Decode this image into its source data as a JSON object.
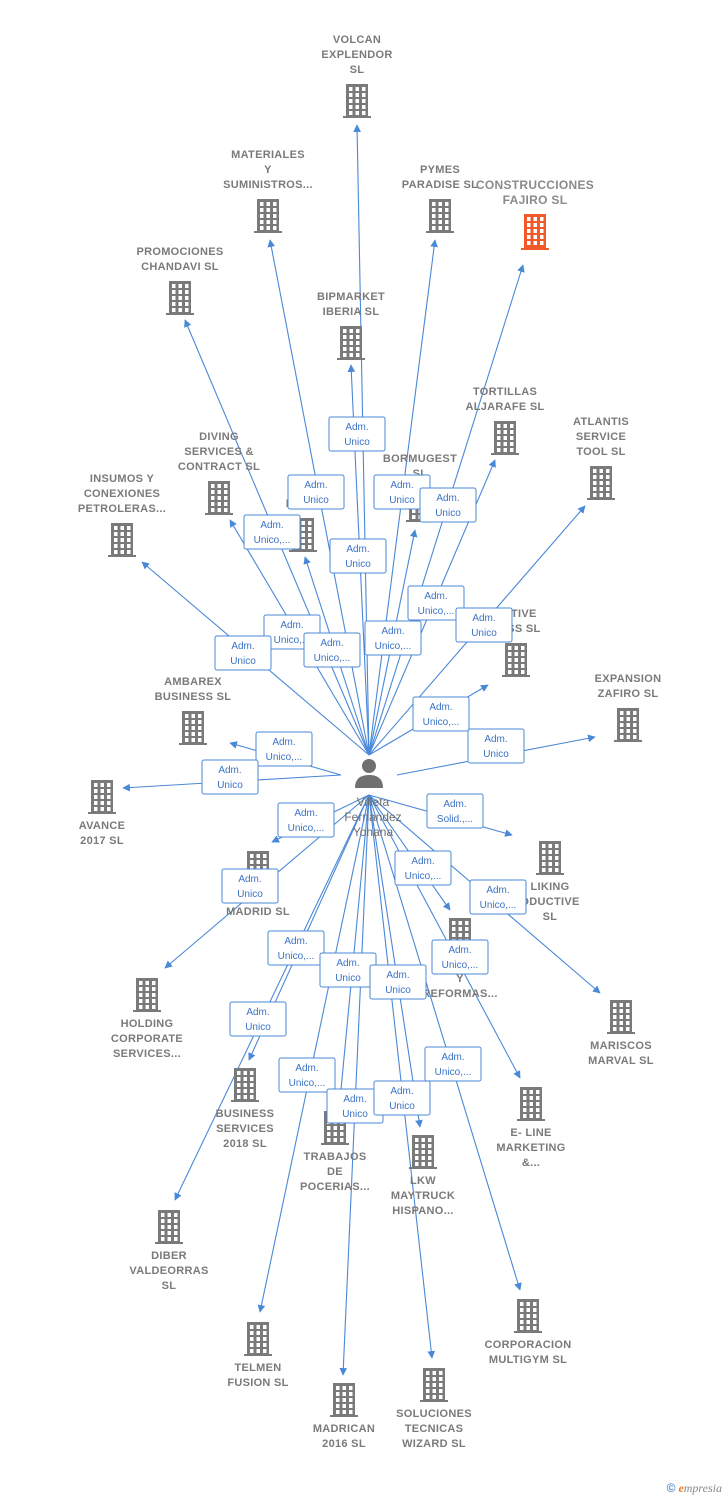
{
  "center": {
    "name_lines": [
      "Villeta",
      "Fernandez",
      "Yohana"
    ]
  },
  "colors": {
    "edge": "#4a88d8",
    "building": "#7a7a7a",
    "building_highlight": "#f05a28"
  },
  "nodes": [
    {
      "id": "volcan",
      "lines": [
        "VOLCAN",
        "EXPLENDOR",
        "SL"
      ],
      "label_pos": "above"
    },
    {
      "id": "materiales",
      "lines": [
        "MATERIALES",
        "Y",
        "SUMINISTROS..."
      ],
      "label_pos": "above"
    },
    {
      "id": "pymes",
      "lines": [
        "PYMES",
        "PARADISE  SL"
      ],
      "label_pos": "above"
    },
    {
      "id": "construcciones",
      "lines": [
        "CONSTRUCCIONES",
        "FAJIRO  SL"
      ],
      "label_pos": "above",
      "highlight": true
    },
    {
      "id": "promociones",
      "lines": [
        "PROMOCIONES",
        "CHANDAVI  SL"
      ],
      "label_pos": "above"
    },
    {
      "id": "bipmarket",
      "lines": [
        "BIPMARKET",
        "IBERIA  SL"
      ],
      "label_pos": "above"
    },
    {
      "id": "tortillas",
      "lines": [
        "TORTILLAS",
        "ALJARAFE  SL"
      ],
      "label_pos": "above"
    },
    {
      "id": "atlantis",
      "lines": [
        "ATLANTIS",
        "SERVICE",
        "TOOL  SL"
      ],
      "label_pos": "above"
    },
    {
      "id": "diving",
      "lines": [
        "DIVING",
        "SERVICES &",
        "CONTRACT  SL"
      ],
      "label_pos": "above"
    },
    {
      "id": "bormugest",
      "lines": [
        "BORMUGEST",
        "SL"
      ],
      "label_pos": "above"
    },
    {
      "id": "joyeria",
      "lines": [
        "JOYE",
        "FINOT"
      ],
      "label_pos": "above"
    },
    {
      "id": "insumos",
      "lines": [
        "INSUMOS Y",
        "CONEXIONES",
        "PETROLERAS..."
      ],
      "label_pos": "above"
    },
    {
      "id": "integrative",
      "lines": [
        "RATIVE",
        "NESS  SL"
      ],
      "label_pos": "above"
    },
    {
      "id": "expansion",
      "lines": [
        "EXPANSION",
        "ZAFIRO  SL"
      ],
      "label_pos": "above"
    },
    {
      "id": "ambarex",
      "lines": [
        "AMBAREX",
        "BUSINESS  SL"
      ],
      "label_pos": "above"
    },
    {
      "id": "avance",
      "lines": [
        "AVANCE",
        "2017  SL"
      ],
      "label_pos": "below"
    },
    {
      "id": "aire",
      "lines": [
        "AIRE",
        "MADRID  SL"
      ],
      "label_pos": "below"
    },
    {
      "id": "liking",
      "lines": [
        "LIKING",
        "ODUCTIVE",
        "SL"
      ],
      "label_pos": "below"
    },
    {
      "id": "holding",
      "lines": [
        "HOLDING",
        "CORPORATE",
        "SERVICES..."
      ],
      "label_pos": "below"
    },
    {
      "id": "reformas",
      "lines": [
        "D",
        "Y",
        "REFORMAS..."
      ],
      "label_pos": "below"
    },
    {
      "id": "mariscos",
      "lines": [
        "MARISCOS",
        "MARVAL  SL"
      ],
      "label_pos": "below"
    },
    {
      "id": "business",
      "lines": [
        "BUSINESS",
        "SERVICES",
        "2018  SL"
      ],
      "label_pos": "below"
    },
    {
      "id": "eline",
      "lines": [
        "E- LINE",
        "MARKETING",
        "&..."
      ],
      "label_pos": "below"
    },
    {
      "id": "trabajos",
      "lines": [
        "TRABAJOS",
        "DE",
        "POCERIAS..."
      ],
      "label_pos": "below"
    },
    {
      "id": "lkw",
      "lines": [
        "LKW",
        "MAYTRUCK",
        "HISPANO..."
      ],
      "label_pos": "below"
    },
    {
      "id": "diber",
      "lines": [
        "DIBER",
        "VALDEORRAS",
        "SL"
      ],
      "label_pos": "below"
    },
    {
      "id": "corporacion",
      "lines": [
        "CORPORACION",
        "MULTIGYM SL"
      ],
      "label_pos": "below"
    },
    {
      "id": "telmen",
      "lines": [
        "TELMEN",
        "FUSION  SL"
      ],
      "label_pos": "below"
    },
    {
      "id": "madrican",
      "lines": [
        "MADRICAN",
        "2016  SL"
      ],
      "label_pos": "below"
    },
    {
      "id": "soluciones",
      "lines": [
        "SOLUCIONES",
        "TECNICAS",
        "WIZARD  SL"
      ],
      "label_pos": "below"
    }
  ],
  "edge_labels": [
    {
      "id": "e-volcan",
      "lines": [
        "Adm.",
        "Unico"
      ]
    },
    {
      "id": "e-materiales",
      "lines": [
        "Adm.",
        "Unico"
      ]
    },
    {
      "id": "e-pymes",
      "lines": [
        "Adm.",
        "Unico"
      ]
    },
    {
      "id": "e-construcciones",
      "lines": [
        "Adm.",
        "Unico"
      ]
    },
    {
      "id": "e-promociones",
      "lines": [
        "Adm.",
        "Unico,..."
      ]
    },
    {
      "id": "e-bipmarket",
      "lines": [
        "Adm.",
        "Unico"
      ]
    },
    {
      "id": "e-tortillas",
      "lines": [
        "Adm.",
        "Unico,..."
      ]
    },
    {
      "id": "e-atlantis",
      "lines": [
        "Adm.",
        "Unico"
      ]
    },
    {
      "id": "e-diving",
      "lines": [
        "Adm.",
        "Unico,..."
      ]
    },
    {
      "id": "e-bormugest",
      "lines": [
        "Adm.",
        "Unico,..."
      ]
    },
    {
      "id": "e-joyeria",
      "lines": [
        "Adm.",
        "Unico,..."
      ]
    },
    {
      "id": "e-insumos",
      "lines": [
        "Adm.",
        "Unico"
      ]
    },
    {
      "id": "e-integrative",
      "lines": [
        "Adm.",
        "Unico,..."
      ]
    },
    {
      "id": "e-expansion",
      "lines": [
        "Adm.",
        "Unico"
      ]
    },
    {
      "id": "e-ambarex",
      "lines": [
        "Adm.",
        "Unico,..."
      ]
    },
    {
      "id": "e-avance",
      "lines": [
        "Adm.",
        "Unico"
      ]
    },
    {
      "id": "e-aire",
      "lines": [
        "Adm.",
        "Unico,..."
      ]
    },
    {
      "id": "e-liking",
      "lines": [
        "Adm.",
        "Solid.,..."
      ]
    },
    {
      "id": "e-holding",
      "lines": [
        "Adm.",
        "Unico"
      ]
    },
    {
      "id": "e-reformas",
      "lines": [
        "Adm.",
        "Unico,..."
      ]
    },
    {
      "id": "e-mariscos",
      "lines": [
        "Adm.",
        "Unico,..."
      ]
    },
    {
      "id": "e-business",
      "lines": [
        "Adm.",
        "Unico,..."
      ]
    },
    {
      "id": "e-eline",
      "lines": [
        "Adm.",
        "Unico,..."
      ]
    },
    {
      "id": "e-trabajos",
      "lines": [
        "Adm.",
        "Unico"
      ]
    },
    {
      "id": "e-lkw",
      "lines": [
        "Adm.",
        "Unico"
      ]
    },
    {
      "id": "e-diber",
      "lines": [
        "Adm.",
        "Unico"
      ]
    },
    {
      "id": "e-corporacion",
      "lines": [
        "Adm.",
        "Unico,..."
      ]
    },
    {
      "id": "e-telmen",
      "lines": [
        "Adm.",
        "Unico,..."
      ]
    },
    {
      "id": "e-madrican",
      "lines": [
        "Adm.",
        "Unico"
      ]
    },
    {
      "id": "e-soluciones",
      "lines": [
        "Adm.",
        "Unico"
      ]
    }
  ],
  "footer": {
    "copyright": "©",
    "brand_e": "e",
    "brand_rest": "mpresia"
  }
}
